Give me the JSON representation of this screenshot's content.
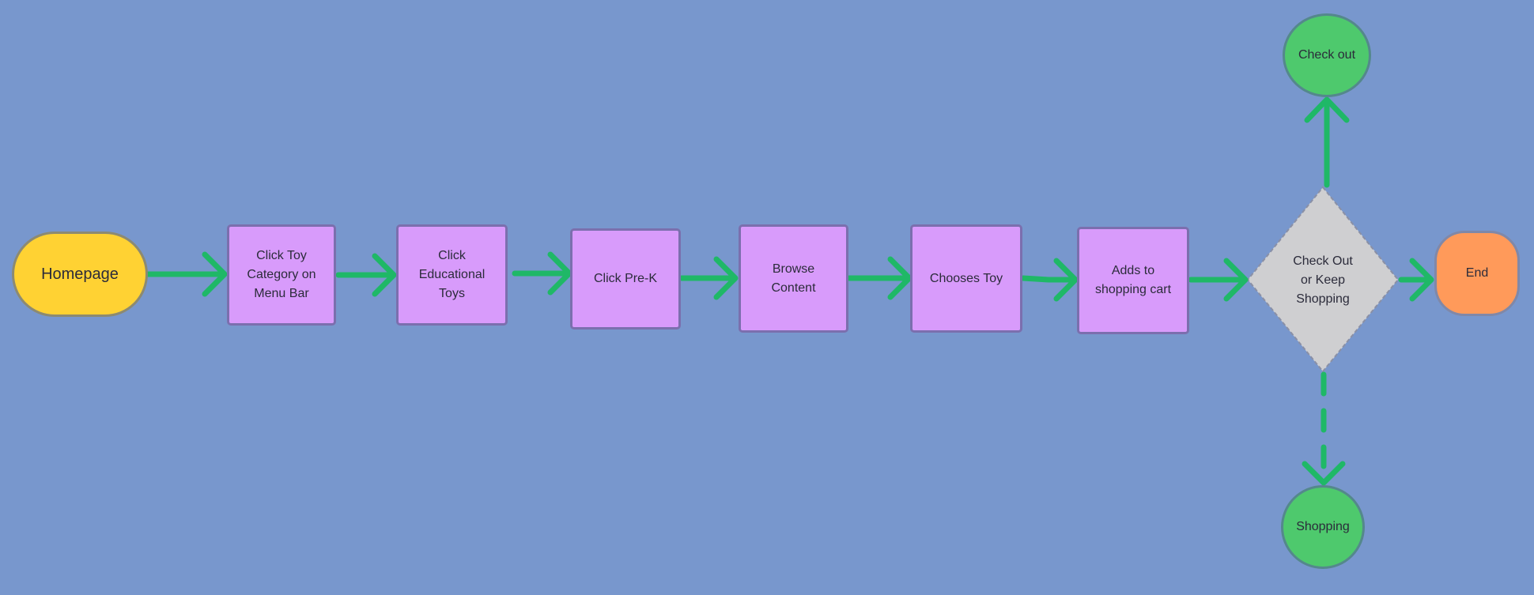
{
  "diagram": {
    "start": {
      "label": "Homepage"
    },
    "steps": [
      {
        "label": "Click Toy\nCategory on\nMenu Bar"
      },
      {
        "label": "Click\nEducational\nToys"
      },
      {
        "label": "Click Pre-K"
      },
      {
        "label": "Browse\nContent"
      },
      {
        "label": "Chooses Toy"
      },
      {
        "label": "Adds to\nshopping cart"
      }
    ],
    "decision": {
      "label": "Check Out\nor Keep\nShopping"
    },
    "checkout": {
      "label": "Check out"
    },
    "shopping": {
      "label": "Shopping"
    },
    "end": {
      "label": "End"
    }
  },
  "colors": {
    "background": "#7897cd",
    "arrow": "#1fb867",
    "process": "#d89bfb",
    "start": "#ffd233",
    "end": "#ff9a5a",
    "circle": "#4ec96d",
    "decision": "#cfcfd1"
  }
}
